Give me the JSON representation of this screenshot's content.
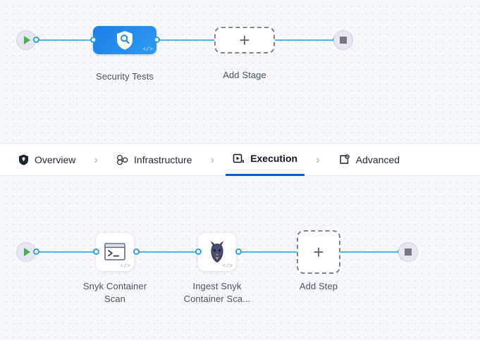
{
  "colors": {
    "canvas_bg": "#f6f8fb",
    "dot": "#d9dfe6",
    "connector": "#4ab8f1",
    "port_stroke": "#2f9ee0",
    "stage_node_blue": "#1a7fe8",
    "active_tab_underline": "#0b5fc2",
    "play_green": "#4caf50",
    "stop_gray": "#77777f",
    "endcap_bg": "#e7e7f2",
    "label_text": "#4a5568"
  },
  "stage_pipeline": {
    "start_node": {
      "icon": "play-icon",
      "name": "pipeline-start"
    },
    "end_node": {
      "icon": "stop-icon",
      "name": "pipeline-end"
    },
    "nodes": [
      {
        "label": "Security Tests",
        "icon": "shield-search-icon",
        "badge": "</>",
        "type": "stage"
      }
    ],
    "add_placeholder": {
      "label": "Add Stage",
      "icon": "plus-icon"
    }
  },
  "tabs": [
    {
      "label": "Overview",
      "icon": "shield-icon",
      "active": false
    },
    {
      "label": "Infrastructure",
      "icon": "nodes-cluster-icon",
      "active": false
    },
    {
      "label": "Execution",
      "icon": "play-box-icon",
      "active": true
    },
    {
      "label": "Advanced",
      "icon": "box-gear-icon",
      "active": false
    }
  ],
  "tab_separator": "›",
  "step_pipeline": {
    "start_node": {
      "icon": "play-icon",
      "name": "execution-start"
    },
    "end_node": {
      "icon": "stop-icon",
      "name": "execution-end"
    },
    "nodes": [
      {
        "label_line1": "Snyk Container",
        "label_line2": "Scan",
        "icon": "terminal-icon",
        "badge": "</>",
        "type": "step"
      },
      {
        "label_line1": "Ingest Snyk",
        "label_line2": "Container Sca...",
        "icon": "datadog-dog-icon",
        "badge": "</>",
        "type": "step"
      }
    ],
    "add_placeholder": {
      "label": "Add Step",
      "icon": "plus-icon"
    }
  }
}
